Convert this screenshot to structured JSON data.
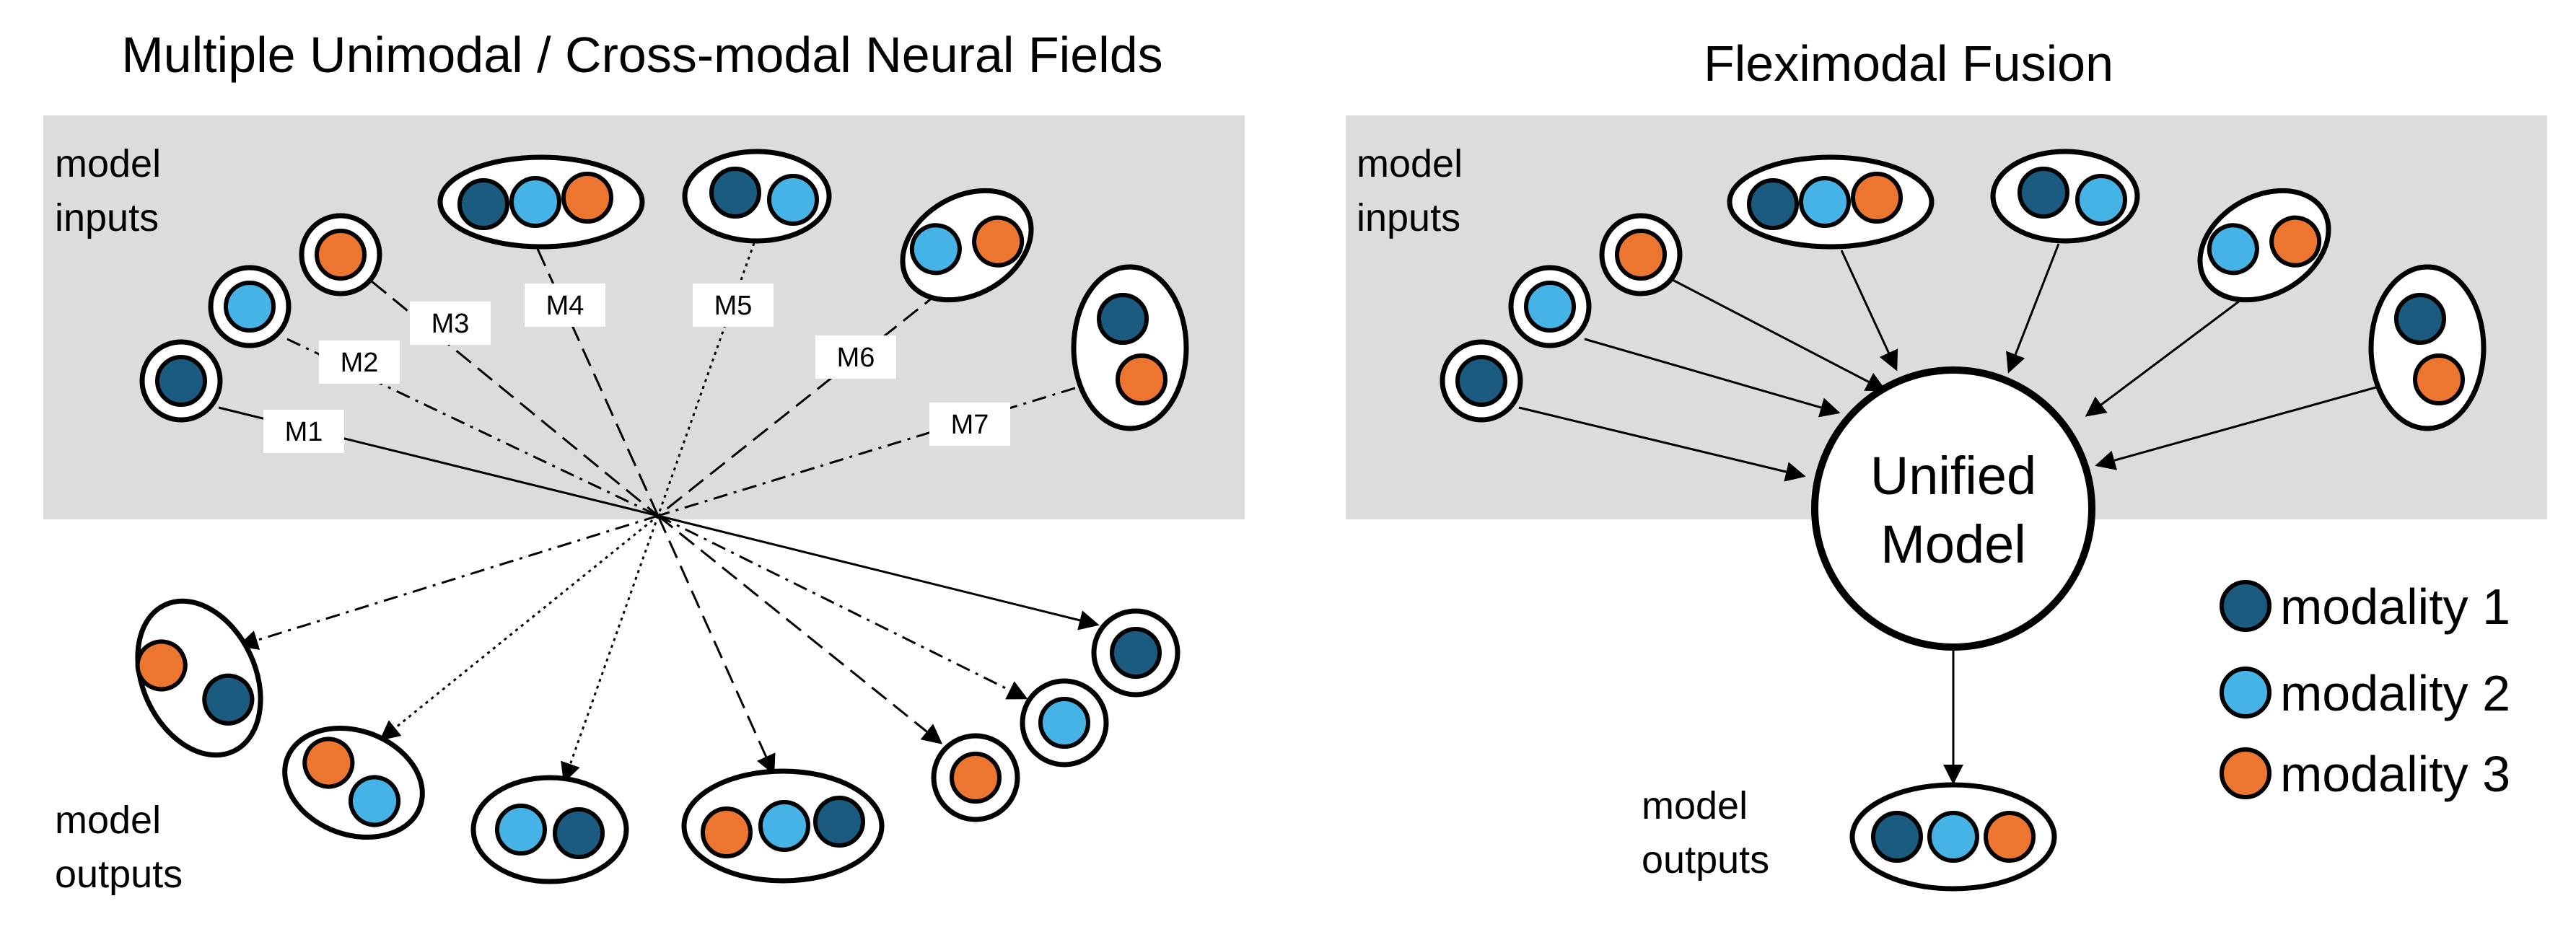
{
  "colors": {
    "modality_1": "#1B5B80",
    "modality_2": "#46B3E6",
    "modality_3": "#EC7530",
    "panel": "#DCDCDC"
  },
  "left_panel": {
    "title": "Multiple Unimodal / Cross-modal Neural Fields",
    "inputs_label": [
      "model",
      "inputs"
    ],
    "outputs_label": [
      "model",
      "outputs"
    ],
    "model_labels": [
      "M1",
      "M2",
      "M3",
      "M4",
      "M5",
      "M6",
      "M7"
    ]
  },
  "right_panel": {
    "title": "Fleximodal Fusion",
    "inputs_label": [
      "model",
      "inputs"
    ],
    "outputs_label": [
      "model",
      "outputs"
    ],
    "center_label": [
      "Unified",
      "Model"
    ]
  },
  "legend": [
    {
      "label": "modality 1",
      "modality": 1
    },
    {
      "label": "modality 2",
      "modality": 2
    },
    {
      "label": "modality 3",
      "modality": 3
    }
  ]
}
